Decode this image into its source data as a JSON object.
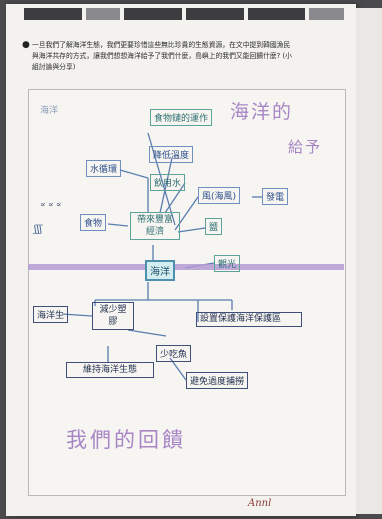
{
  "prompt": {
    "line1": "一旦我們了解海洋生態，我們更要珍惜這些無比珍貴的生態資源，在文中提到韓國漁民",
    "line2": "與海洋共存的方式，讓我們想想海洋給予了我們什麼，島嶼上的我們又能回饋什麼? (小",
    "line3": "組討論與分享)"
  },
  "mindmap": {
    "corner_label": "海洋",
    "title_line1": "海洋的",
    "title_line2": "給予",
    "nodes": {
      "food_chain": "食物鏈的運作",
      "temp": "降低溫度",
      "water_cycle": "水循環",
      "drinking_water": "飲用水",
      "wind": "風(海風)",
      "power": "發電",
      "food": "食物",
      "economy": "帶來豐富經濟",
      "salt": "鹽",
      "ocean": "海洋",
      "tourism": "觀光",
      "ecology": "海洋生",
      "reduce": "減少塑膠",
      "protected": "設置保護海洋保護區",
      "maintain": "維持海洋生態",
      "less_fish": "少吃魚",
      "fishing": "避免過度捕撈"
    },
    "footer": "我們的回饋",
    "doodle_left": "∝ ∝ ∝"
  },
  "signature": "Annl",
  "colors": {
    "page": "#f3f2ee",
    "purple": "#a886c6",
    "blue": "#6e8fbf",
    "teal": "#5ea39a",
    "center_fill": "#d3eef0"
  }
}
